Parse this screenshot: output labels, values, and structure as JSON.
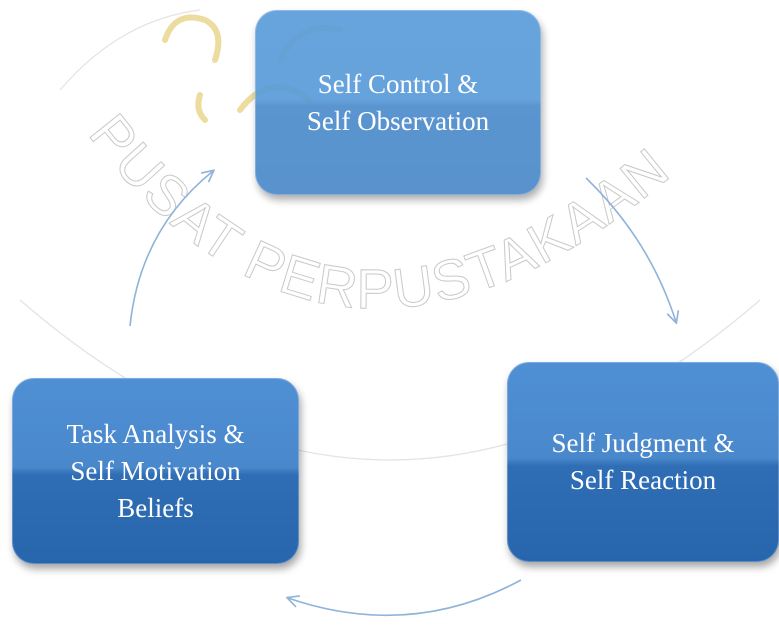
{
  "watermark": {
    "text": "PUSAT PERPUSTAKAAN"
  },
  "nodes": {
    "top": {
      "line1": "Self Control &",
      "line2": "Self Observation"
    },
    "right": {
      "line1": "Self Judgment &",
      "line2": "Self Reaction"
    },
    "left": {
      "line1": "Task Analysis &",
      "line2": "Self Motivation",
      "line3": "Beliefs"
    }
  },
  "colors": {
    "box_fill": "#4a88cc",
    "box_fill_dark": "#2766ad",
    "arrow": "#8fb3d9",
    "watermark": "#c9c9c9"
  }
}
